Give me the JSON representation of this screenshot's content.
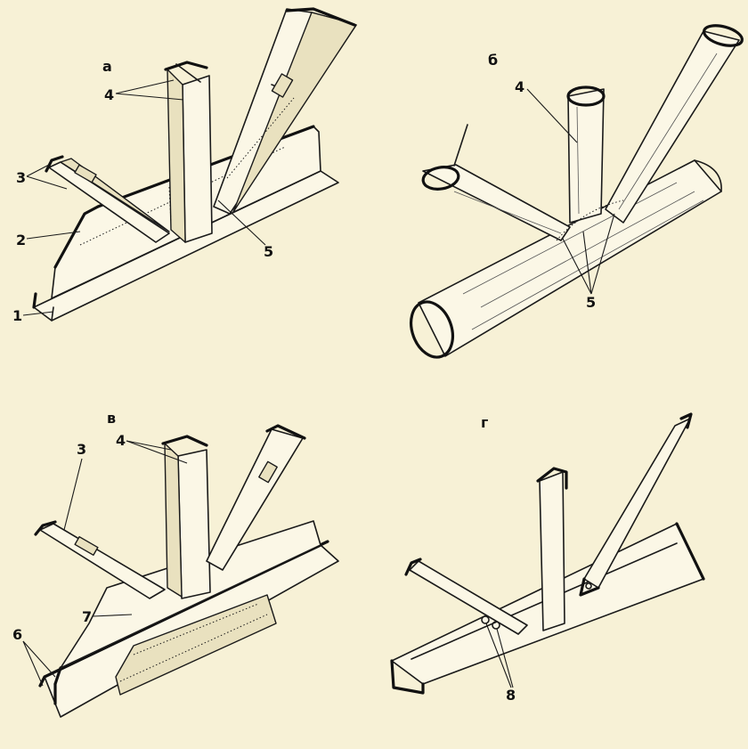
{
  "panels": {
    "a": {
      "letter": "а",
      "labels": {
        "n1": "1",
        "n2": "2",
        "n3": "3",
        "n4": "4",
        "n5": "5"
      }
    },
    "b": {
      "letter": "б",
      "labels": {
        "n4": "4",
        "n5": "5"
      }
    },
    "v": {
      "letter": "в",
      "labels": {
        "n3": "3",
        "n4": "4",
        "n6": "6",
        "n7": "7"
      }
    },
    "g": {
      "letter": "г",
      "labels": {
        "n8": "8"
      }
    }
  }
}
